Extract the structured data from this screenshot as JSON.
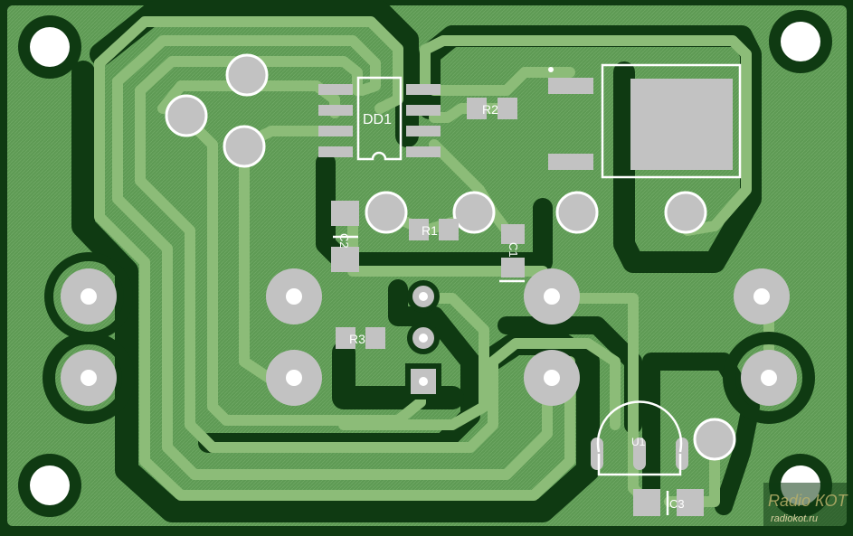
{
  "board": {
    "colors": {
      "copper_fill": "#5e9a54",
      "trace": "#8cbc78",
      "clearance": "#0f3a12",
      "pad": "#c2c2c2",
      "silkscreen": "#ffffff"
    }
  },
  "silkscreen": {
    "dd1": "DD1",
    "r2": "R2",
    "r1": "R1",
    "r3": "R3",
    "c1": "C1",
    "c2": "C2",
    "c3": "C3",
    "u1": "U1"
  },
  "watermark": {
    "line1": "Radio КОТ",
    "line2": "radiokot.ru"
  }
}
